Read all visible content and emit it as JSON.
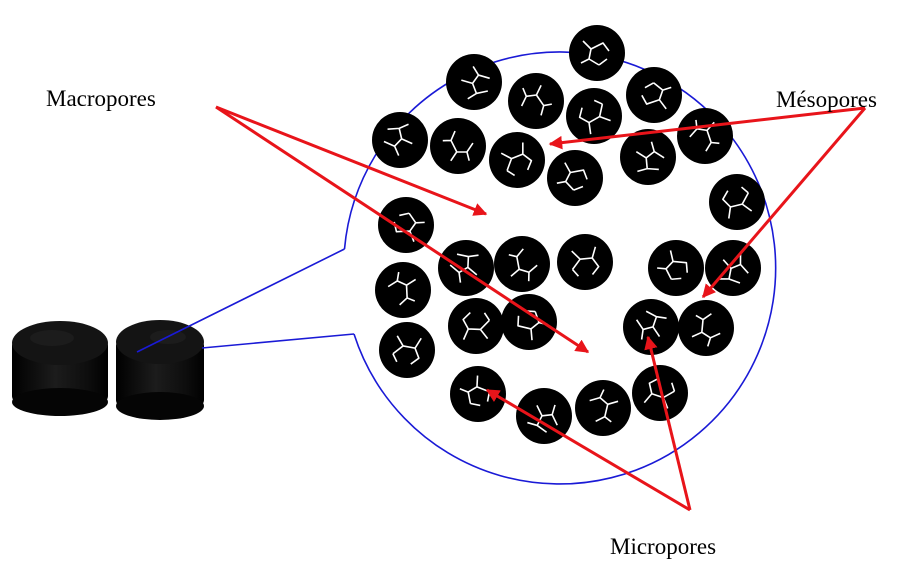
{
  "labels": {
    "macropores": "Macropores",
    "mesopores": "Mésopores",
    "micropores": "Micropores"
  },
  "colors": {
    "outline": "#1a1ad6",
    "arrow": "#e8141a",
    "grain": "#000000",
    "crack": "#ffffff",
    "pellet": "#0a0a0a"
  },
  "icons": {
    "pellet": "carbon-pellet",
    "grain": "porous-grain"
  }
}
